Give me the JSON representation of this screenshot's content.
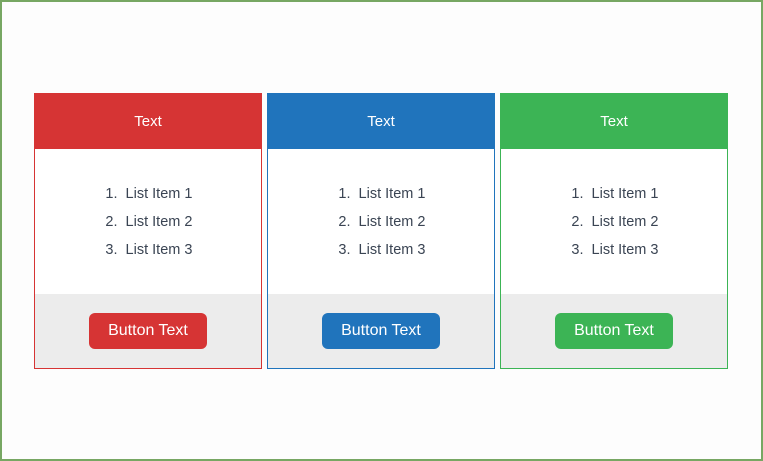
{
  "page": {
    "background": "#fdfdfd",
    "border_color": "#77a763",
    "footer_bg": "#ececec",
    "list_text_color": "#3a4453"
  },
  "cards": [
    {
      "name": "red-card",
      "color": "#d63434",
      "header_label": "Text",
      "items": [
        "List Item 1",
        "List Item 2",
        "List Item 3"
      ],
      "button_label": "Button Text"
    },
    {
      "name": "blue-card",
      "color": "#2074bc",
      "header_label": "Text",
      "items": [
        "List Item 1",
        "List Item 2",
        "List Item 3"
      ],
      "button_label": "Button Text"
    },
    {
      "name": "green-card",
      "color": "#3cb455",
      "header_label": "Text",
      "items": [
        "List Item 1",
        "List Item 2",
        "List Item 3"
      ],
      "button_label": "Button Text"
    }
  ]
}
